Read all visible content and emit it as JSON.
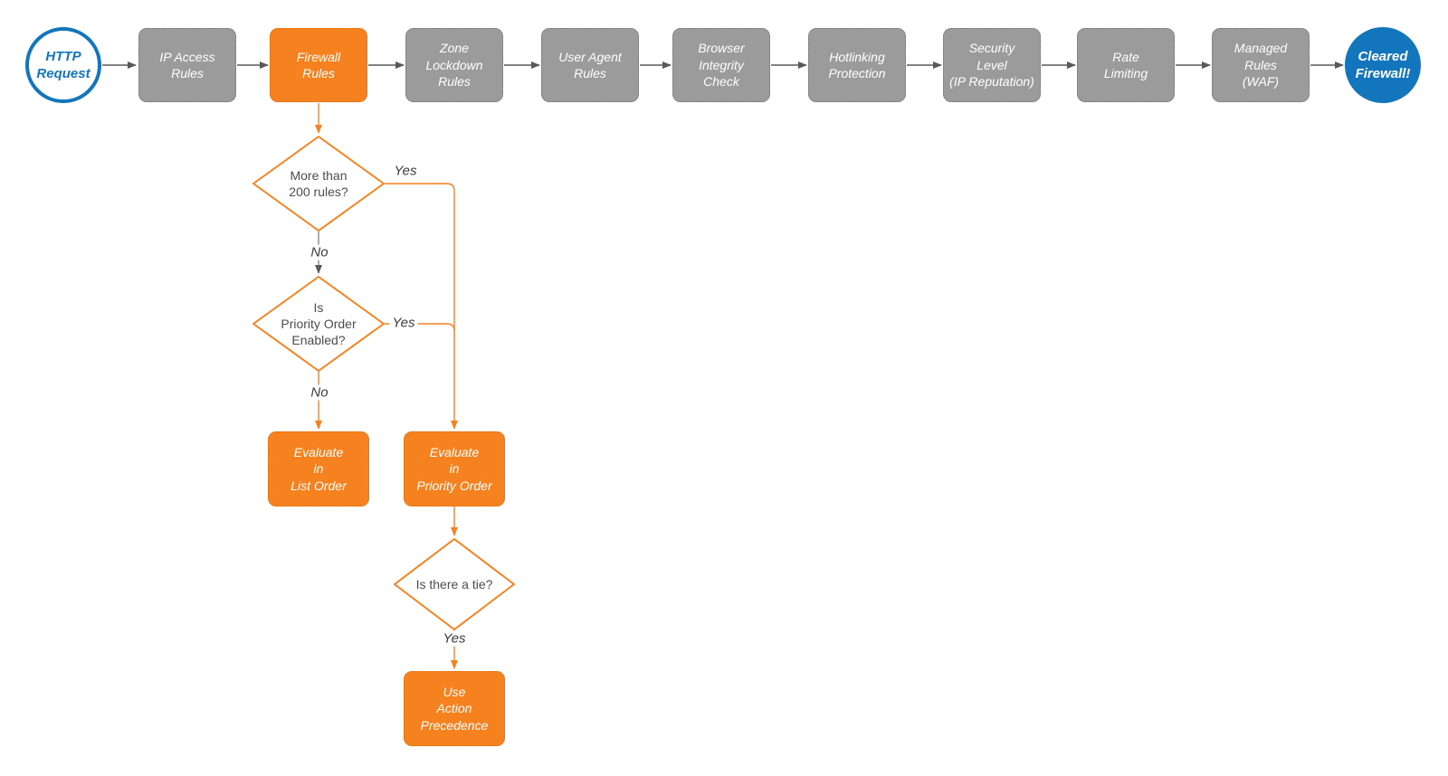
{
  "palette": {
    "orange": "#F6821F",
    "gray": "#9B9B9B",
    "blue": "#1376BD",
    "line_gray": "#595959"
  },
  "pipeline": {
    "start_label": "HTTP\nRequest",
    "steps": [
      {
        "label": "IP Access\nRules"
      },
      {
        "label": "Firewall\nRules"
      },
      {
        "label": "Zone\nLockdown\nRules"
      },
      {
        "label": "User Agent\nRules"
      },
      {
        "label": "Browser\nIntegrity\nCheck"
      },
      {
        "label": "Hotlinking\nProtection"
      },
      {
        "label": "Security\nLevel\n(IP Reputation)"
      },
      {
        "label": "Rate\nLimiting"
      },
      {
        "label": "Managed\nRules\n(WAF)"
      }
    ],
    "end_label": "Cleared\nFirewall!"
  },
  "branch": {
    "decisions": {
      "rules_200": "More than\n200 rules?",
      "priority_enabled": "Is\nPriority Order\nEnabled?",
      "tie": "Is there a tie?"
    },
    "actions": {
      "list_order": "Evaluate\nin\nList Order",
      "priority_order": "Evaluate\nin\nPriority Order",
      "precedence": "Use\nAction\nPrecedence"
    },
    "edge_labels": {
      "yes_200": "Yes",
      "no_200": "No",
      "yes_priority": "Yes",
      "no_priority": "No",
      "yes_tie": "Yes"
    }
  }
}
